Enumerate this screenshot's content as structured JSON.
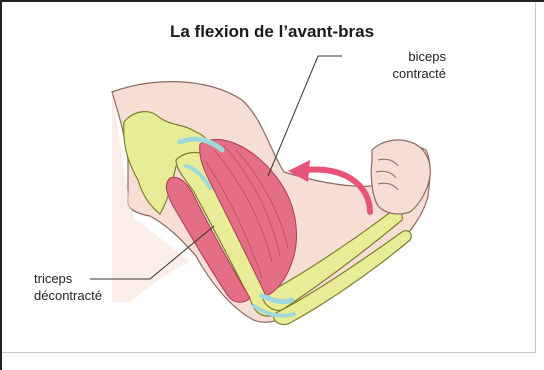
{
  "title": "La flexion de l’avant-bras",
  "labels": {
    "biceps": [
      "biceps",
      "contracté"
    ],
    "triceps": [
      "triceps",
      "décontracté"
    ]
  },
  "colors": {
    "skin": "#f7ded4",
    "skin_outline": "#8a6a60",
    "bone": "#e9ec97",
    "bone_outline": "#7c7d2e",
    "muscle": "#e46e86",
    "tendon": "#9fd9d9",
    "arrow": "#e8537a"
  }
}
